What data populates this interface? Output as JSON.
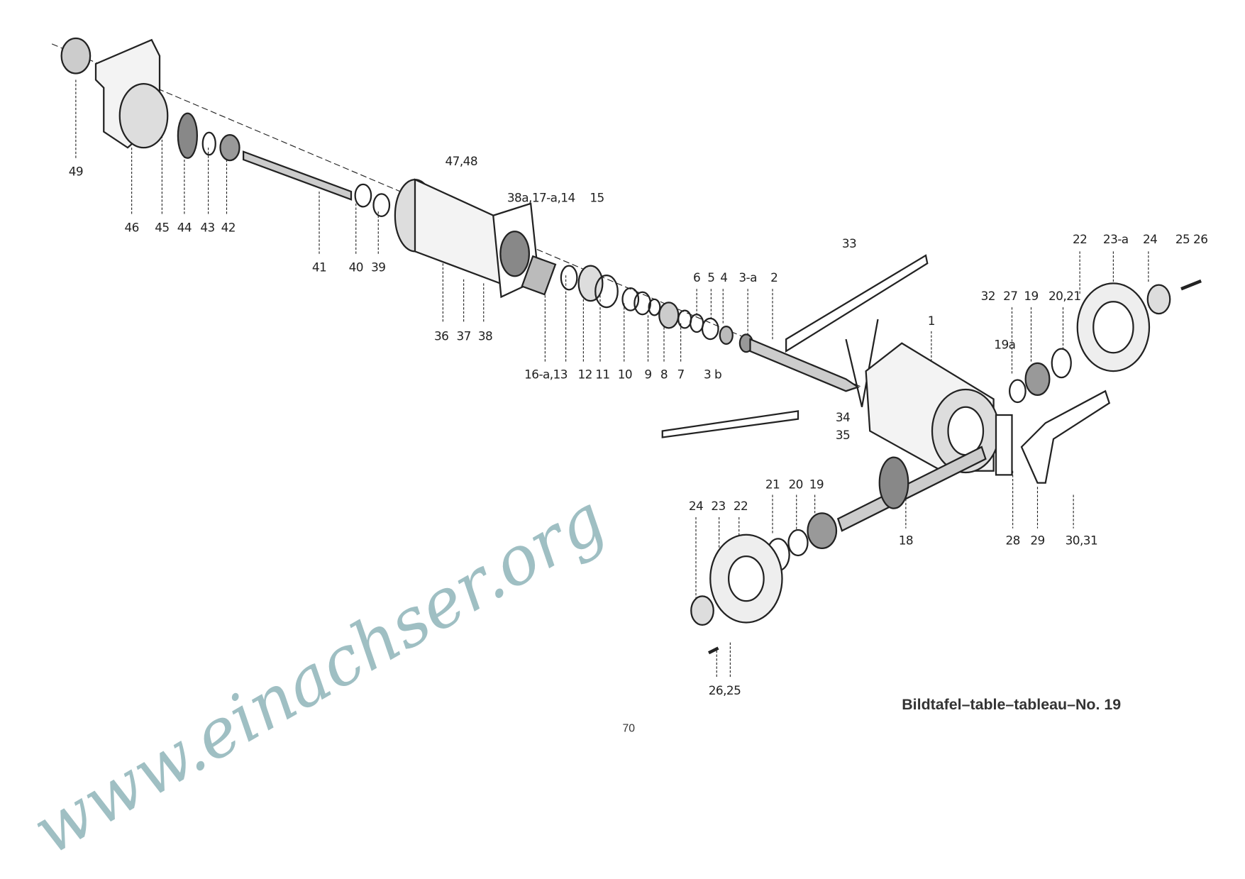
{
  "diagram": {
    "caption": "Bildtafel–table–tableau–No. 19",
    "page_number": "70",
    "watermark": "www.einachser.org",
    "labels": [
      "49",
      "46",
      "45",
      "44",
      "43",
      "42",
      "41",
      "40",
      "39",
      "47,48",
      "38a,17-a,14",
      "15",
      "36",
      "37",
      "38",
      "16-a,13",
      "12",
      "11",
      "10",
      "9",
      "8",
      "7",
      "3 b",
      "6",
      "5",
      "4",
      "3-a",
      "2",
      "33",
      "1",
      "34",
      "35",
      "32",
      "27",
      "19",
      "20,21",
      "19a",
      "22",
      "23-a",
      "24",
      "25 26",
      "21",
      "20",
      "19",
      "24",
      "23",
      "22",
      "18",
      "28",
      "29",
      "30,31",
      "26,25"
    ]
  }
}
